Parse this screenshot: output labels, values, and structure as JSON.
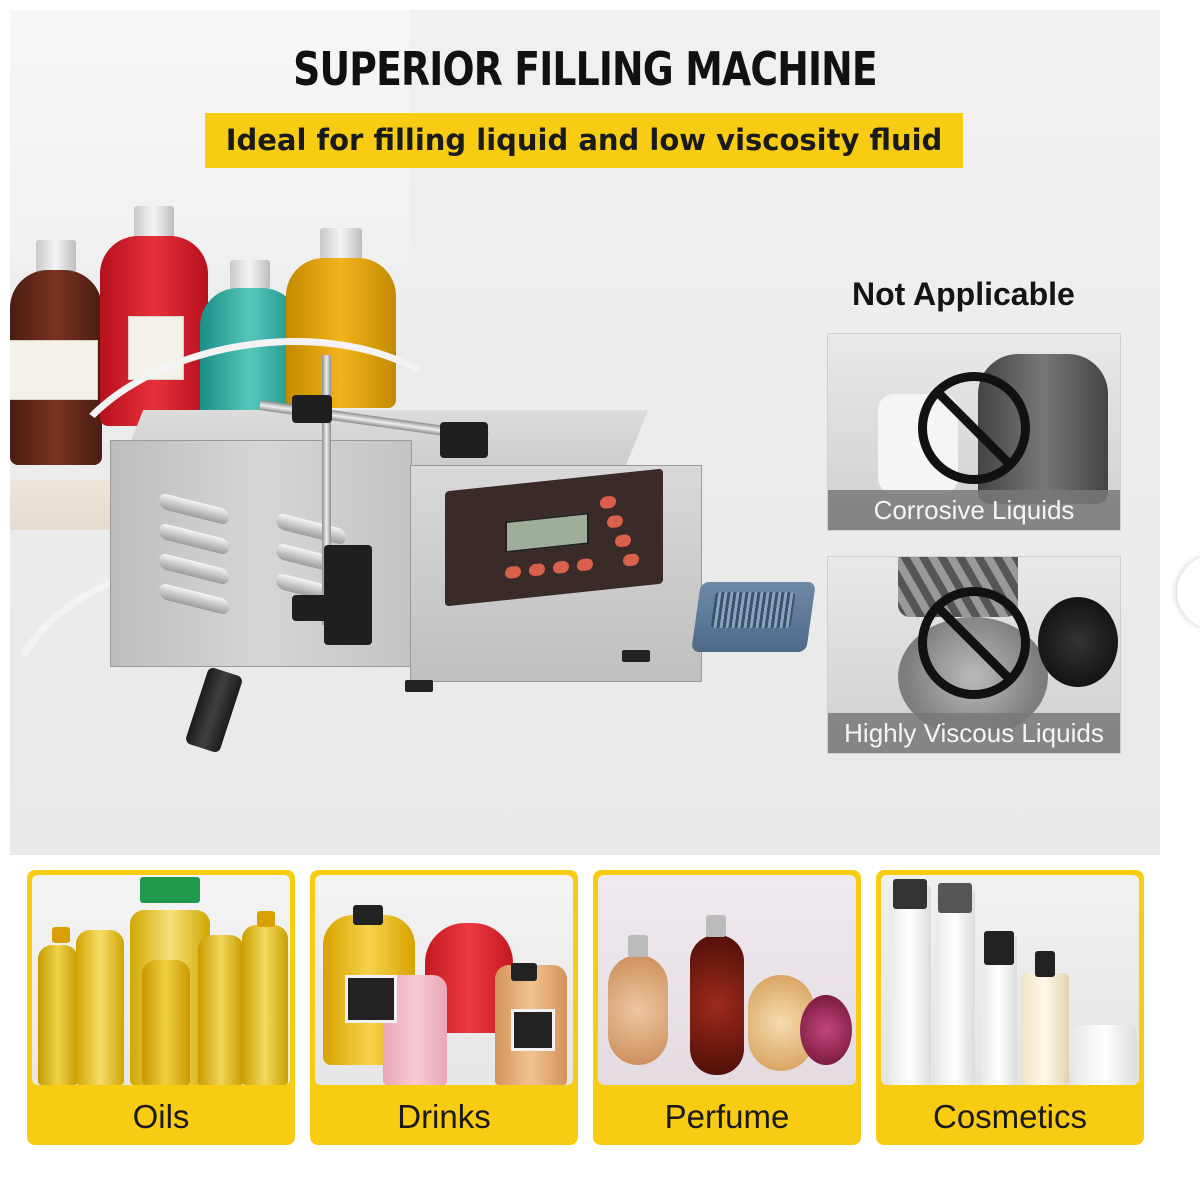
{
  "header": {
    "title": "SUPERIOR FILLING MACHINE",
    "subtitle": "Ideal for filling liquid and low viscosity fluid"
  },
  "not_applicable": {
    "heading": "Not Applicable",
    "items": [
      {
        "label": "Corrosive Liquids"
      },
      {
        "label": "Highly Viscous Liquids"
      }
    ]
  },
  "applications": [
    {
      "label": "Oils"
    },
    {
      "label": "Drinks"
    },
    {
      "label": "Perfume"
    },
    {
      "label": "Cosmetics"
    }
  ],
  "colors": {
    "accent_yellow": "#f7cc13",
    "title_text": "#111111",
    "caption_gray": "#787878"
  }
}
